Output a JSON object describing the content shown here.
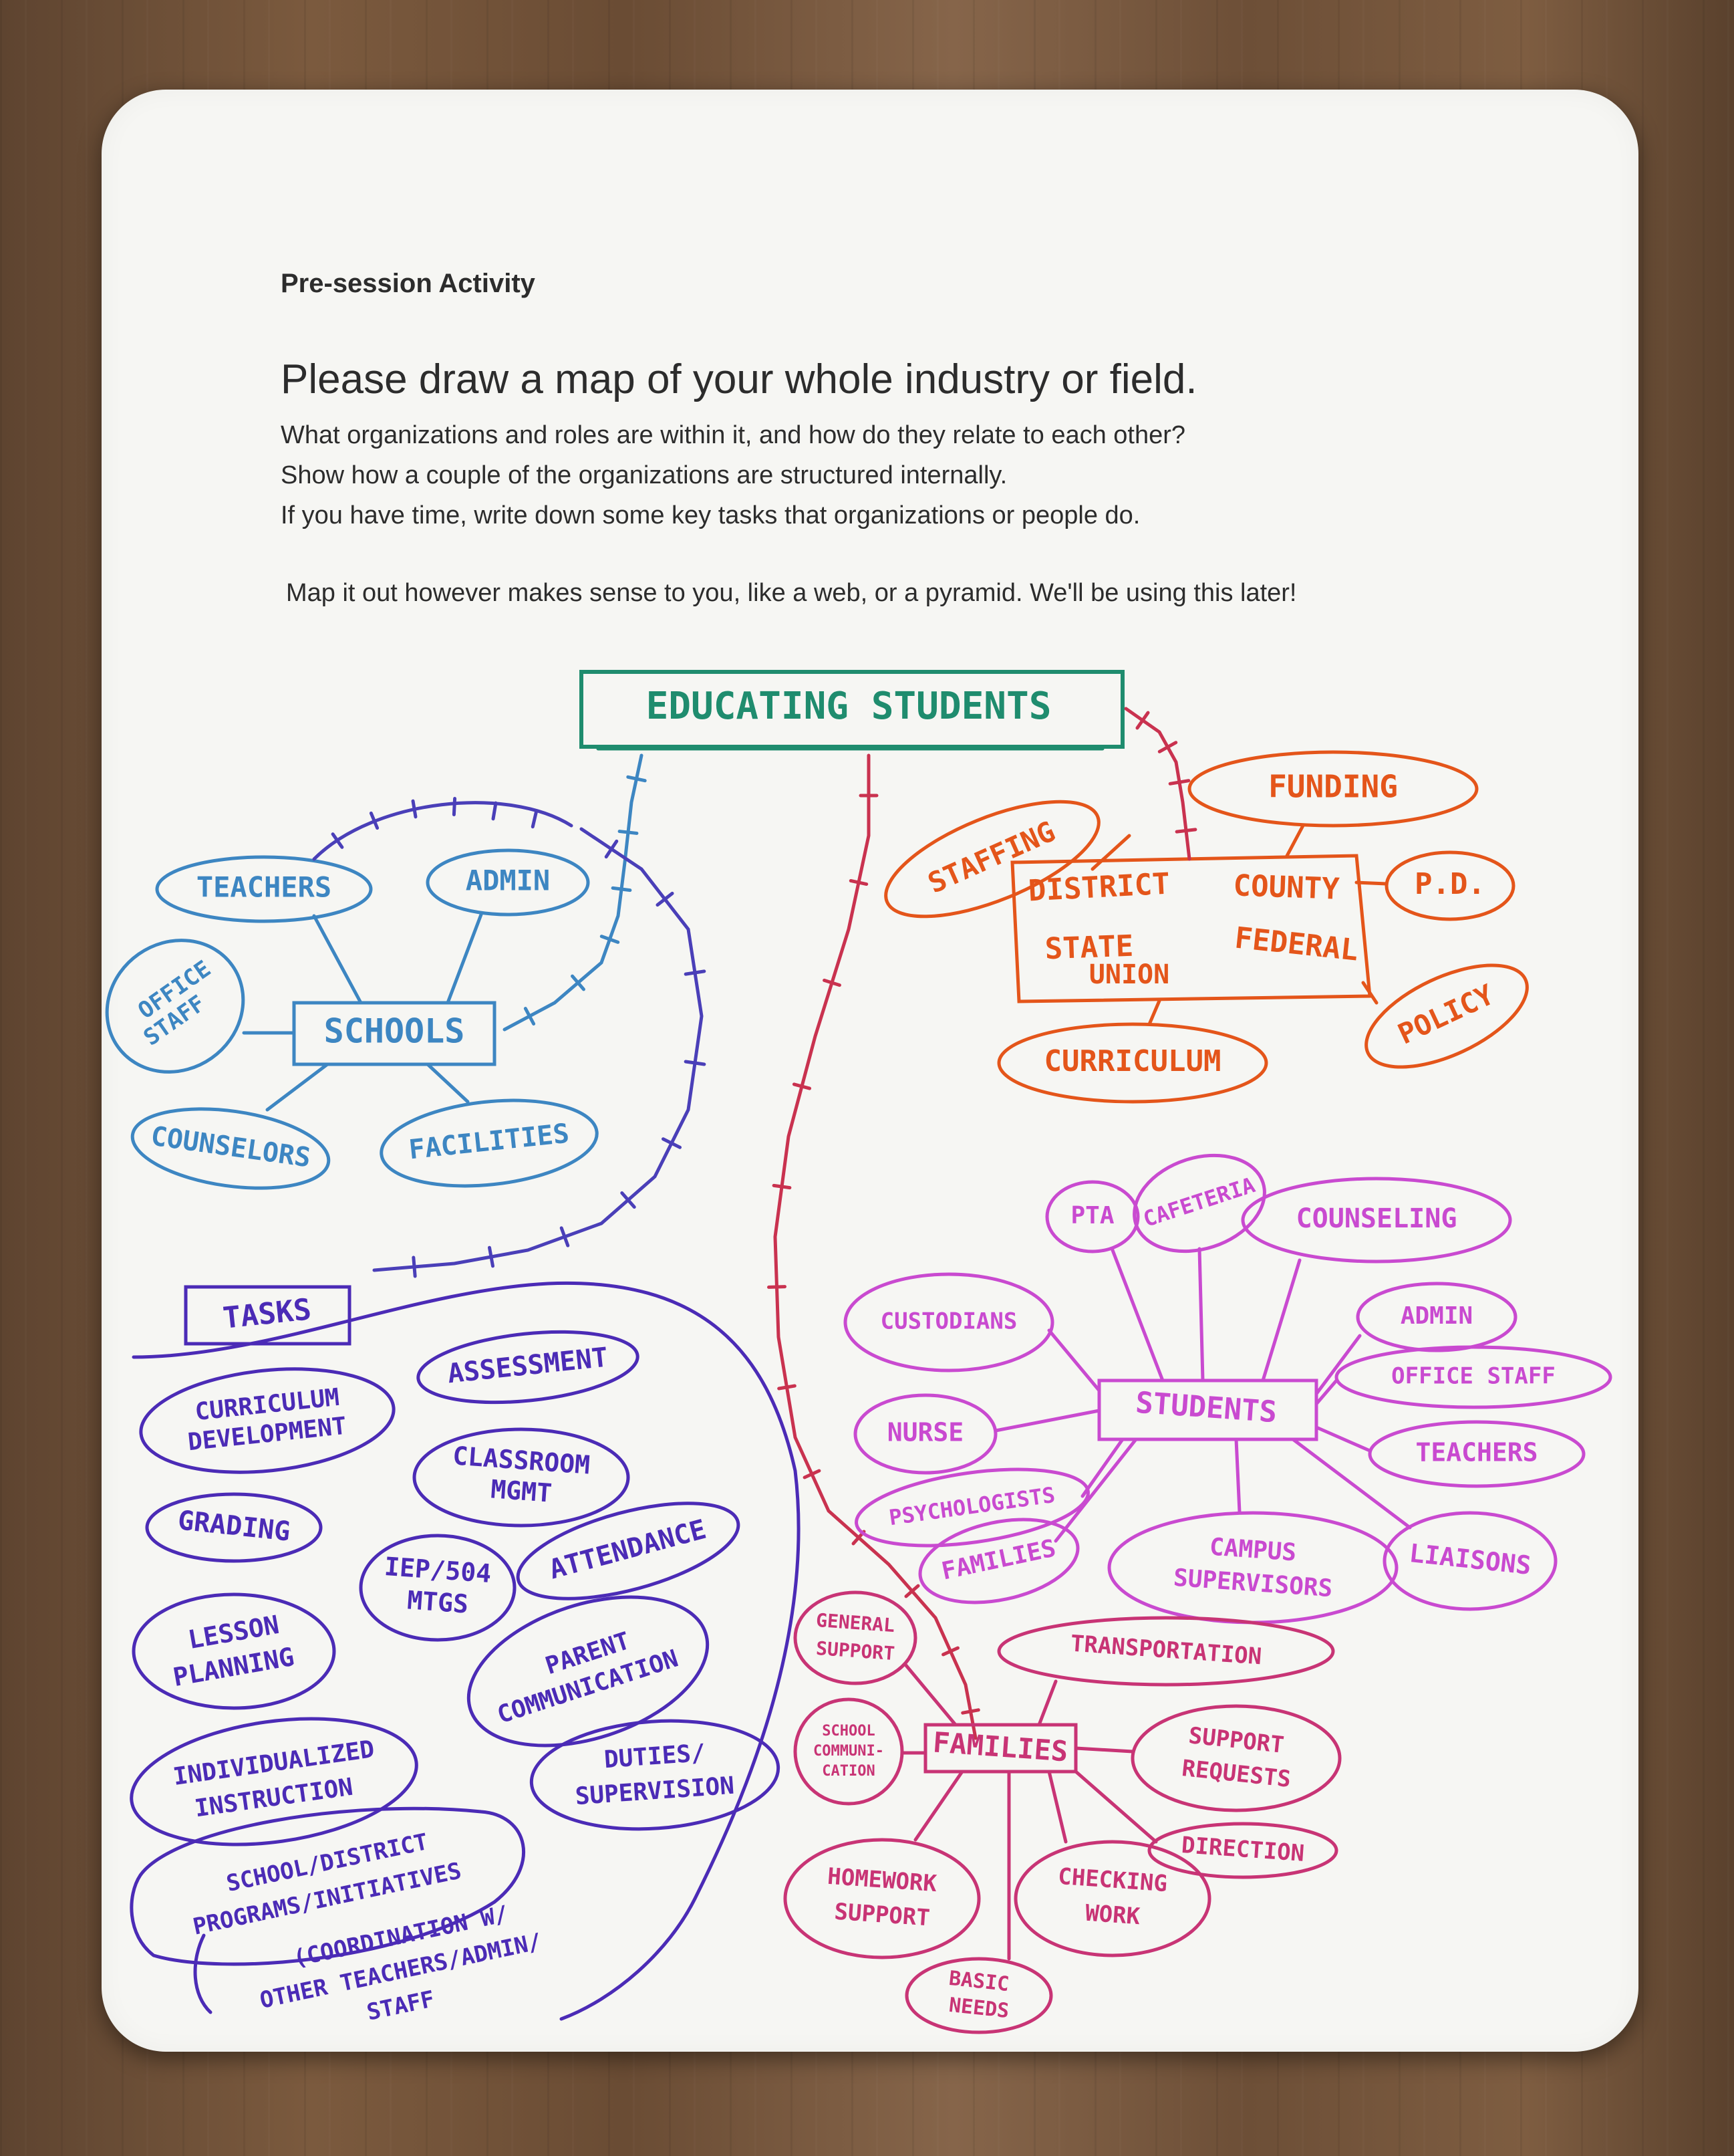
{
  "header": {
    "kicker": "Pre-session Activity",
    "title": "Please draw a map of your whole industry or field.",
    "instructions": [
      "What organizations and roles are within it, and how do they relate to each other?",
      "Show how a couple of the organizations are structured internally.",
      "If you have time, write down some key tasks that organizations or people do.",
      "Map it out however makes sense to you, like a web, or a pyramid. We'll be using this later!"
    ]
  },
  "colors": {
    "teal": "#1f8c6e",
    "blue": "#3d86c2",
    "indigo": "#4a3fb8",
    "purple": "#4b2bb6",
    "orange": "#e4551a",
    "crimson": "#c9324f",
    "magenta": "#c94ad0",
    "pink": "#c83475"
  },
  "diagram": {
    "root": "EDUCATING STUDENTS",
    "schools": {
      "hub": "SCHOOLS",
      "nodes": [
        "TEACHERS",
        "ADMIN",
        "OFFICE STAFF",
        "COUNSELORS",
        "FACILITIES"
      ]
    },
    "governance": {
      "hub": [
        "DISTRICT",
        "COUNTY",
        "STATE",
        "FEDERAL",
        "UNION"
      ],
      "nodes": [
        "STAFFING",
        "FUNDING",
        "P.D.",
        "POLICY",
        "CURRICULUM"
      ]
    },
    "tasks": {
      "label": "TASKS",
      "items": [
        "CURRICULUM DEVELOPMENT",
        "ASSESSMENT",
        "CLASSROOM MGMT",
        "GRADING",
        "IEP/504 MTGS",
        "ATTENDANCE",
        "LESSON PLANNING",
        "PARENT COMMUNICATION",
        "INDIVIDUALIZED INSTRUCTION",
        "DUTIES/ SUPERVISION",
        "SCHOOL/DISTRICT PROGRAMS/INITIATIVES",
        "(COORDINATION W/ OTHER TEACHERS/ADMIN/ STAFF"
      ]
    },
    "students": {
      "hub": "STUDENTS",
      "nodes": [
        "PTA",
        "CAFETERIA",
        "COUNSELING",
        "CUSTODIANS",
        "ADMIN",
        "OFFICE STAFF",
        "NURSE",
        "TEACHERS",
        "PSYCHOLOGISTS",
        "FAMILIES",
        "CAMPUS SUPERVISORS",
        "LIAISONS"
      ]
    },
    "families": {
      "hub": "FAMILIES",
      "nodes": [
        "GENERAL SUPPORT",
        "TRANSPORTATION",
        "SCHOOL COMMUNI- CATION",
        "SUPPORT REQUESTS",
        "DIRECTION",
        "HOMEWORK SUPPORT",
        "CHECKING WORK",
        "BASIC NEEDS"
      ]
    }
  }
}
